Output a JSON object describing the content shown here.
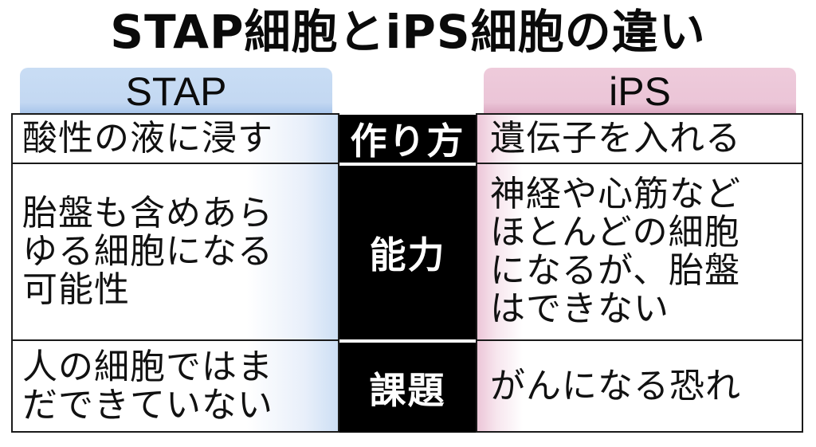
{
  "title": "STAP細胞とiPS細胞の違い",
  "columns": {
    "left": {
      "label": "STAP",
      "color": "#c5daf2"
    },
    "right": {
      "label": "iPS",
      "color": "#ecc6d8"
    }
  },
  "rows": [
    {
      "category": "作り方",
      "stap": "酸性の液に浸す",
      "ips": "遺伝子を入れる"
    },
    {
      "category": "能力",
      "stap": "胎盤も含めあら\nゆる細胞になる\n可能性",
      "ips": "神経や心筋など\nほとんどの細胞\nになるが、胎盤\nはできない"
    },
    {
      "category": "課題",
      "stap": "人の細胞ではま\nだできていない",
      "ips": "がんになる恐れ"
    }
  ],
  "colors": {
    "category_bg": "#000000",
    "category_text": "#ffffff",
    "border": "#1a1a1a"
  }
}
